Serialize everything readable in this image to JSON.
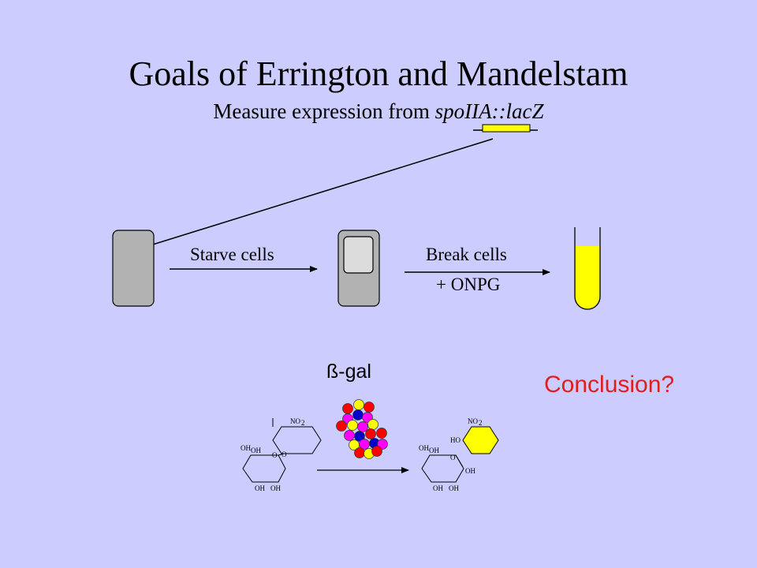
{
  "title": "Goals of Errington and Mandelstam",
  "subtitle": {
    "prefix": "Measure expression from ",
    "gene": "spoIIA::lacZ"
  },
  "steps": {
    "starve": "Starve cells",
    "break": "Break cells",
    "add": "+ ONPG"
  },
  "enzyme_label": "ß-gal",
  "conclusion": "Conclusion?",
  "substrate": {
    "nitro": "NO",
    "nitro_sub": "2",
    "oh1": "OH",
    "oh2": "OH",
    "oh3": "OH",
    "oh4": "OH",
    "o_ring": "O",
    "o_link": "O"
  },
  "product": {
    "nitro": "NO",
    "nitro_sub": "2",
    "ho": "HO",
    "oh1": "OH",
    "oh2": "OH",
    "oh3": "OH",
    "oh4": "OH",
    "oh5": "OH",
    "o_ring": "O"
  },
  "colors": {
    "background": "#ccccff",
    "yellow": "#ffff00",
    "gray": "#b2b2b2",
    "conclusion_red": "#e31c1c",
    "molecule": [
      "#ff0000",
      "#ffff00",
      "#ff00ff",
      "#0000cc"
    ]
  }
}
